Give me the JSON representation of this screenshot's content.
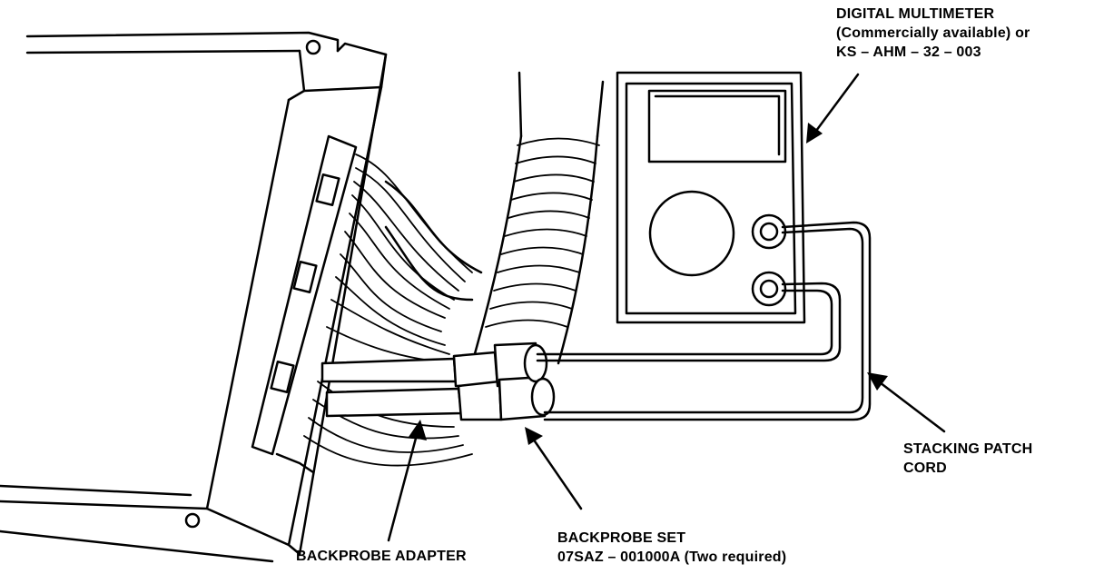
{
  "labels": {
    "multimeter": [
      "DIGITAL MULTIMETER",
      "(Commercially available) or",
      "KS – AHM – 32 – 003"
    ],
    "patch_cord": [
      "STACKING PATCH",
      "CORD"
    ],
    "backprobe_set": [
      "BACKPROBE SET",
      "07SAZ – 001000A (Two required)"
    ],
    "backprobe_adapter": [
      "BACKPROBE ADAPTER"
    ]
  }
}
